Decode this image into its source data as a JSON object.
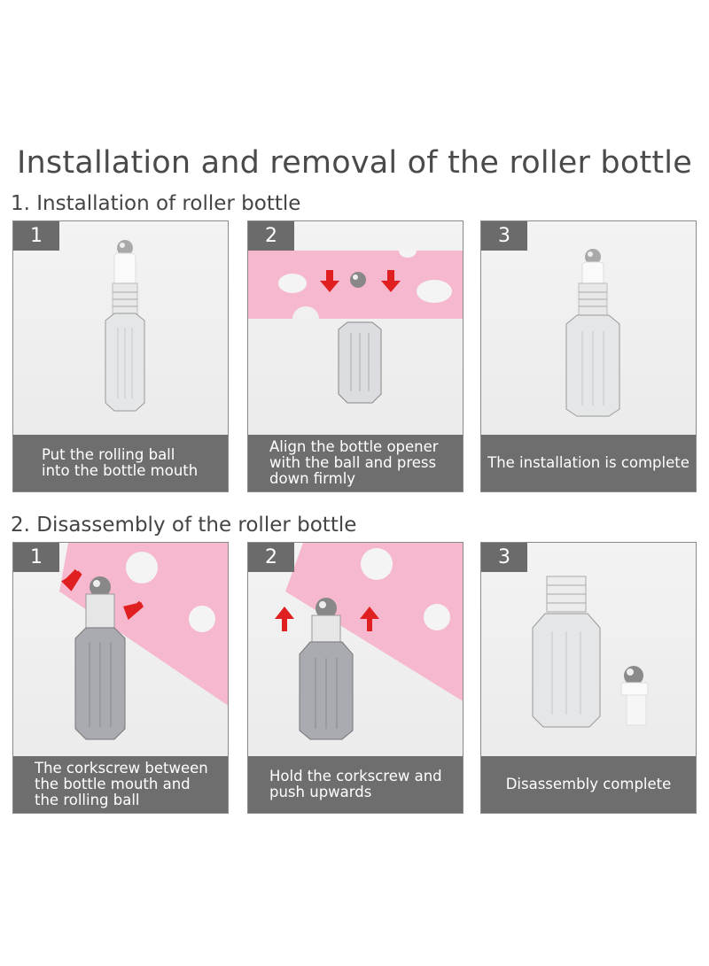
{
  "title": "Installation and removal of the roller bottle",
  "sections": [
    {
      "heading": "1. Installation of roller bottle",
      "steps": [
        {
          "number": "1",
          "caption": "Put the rolling ball\ninto the bottle mouth"
        },
        {
          "number": "2",
          "caption": "Align the bottle opener\nwith the ball and press\ndown firmly"
        },
        {
          "number": "3",
          "caption": "The installation is complete"
        }
      ]
    },
    {
      "heading": "2. Disassembly of the roller bottle",
      "steps": [
        {
          "number": "1",
          "caption": "The corkscrew between\nthe bottle mouth and\nthe rolling ball"
        },
        {
          "number": "2",
          "caption": "Hold the corkscrew and\npush upwards"
        },
        {
          "number": "3",
          "caption": "Disassembly complete"
        }
      ]
    }
  ],
  "colors": {
    "caption_bg": "#6e6e6e",
    "badge_bg": "#6b6b6b",
    "opener_pink": "#f5b8cf",
    "arrow_red": "#e02020"
  }
}
